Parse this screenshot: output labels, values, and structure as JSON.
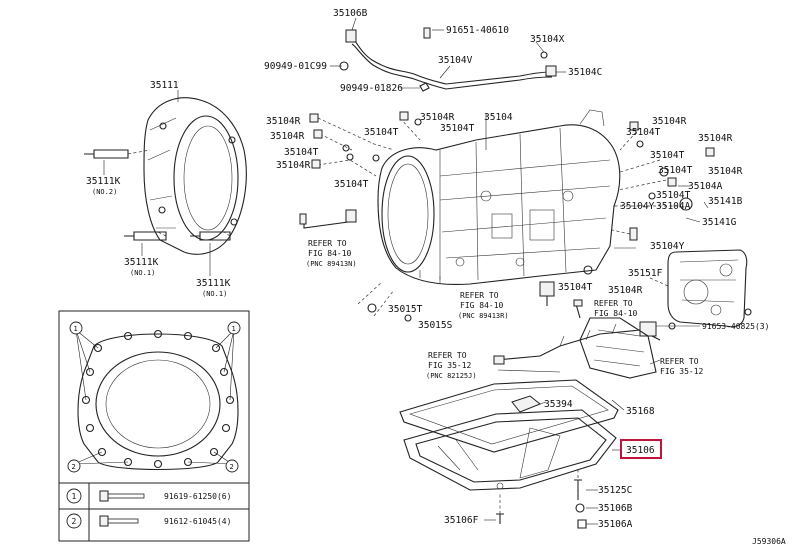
{
  "diagram_code": "J59306A",
  "labels": {
    "l_35106b": "35106B",
    "l_91651": "91651-40610",
    "l_35104x": "35104X",
    "l_90949_1": "90949-01C99",
    "l_35104v": "35104V",
    "l_35104c_top": "35104C",
    "l_90949_2": "90949-01826",
    "l_35111": "35111",
    "l_35104r_a": "35104R",
    "l_35104r_b": "35104R",
    "l_35104t_a": "35104T",
    "l_35104t_b": "35104T",
    "l_35104r_c": "35104R",
    "l_35104": "35104",
    "l_35104r_d": "35104R",
    "l_35104r_e": "35104R",
    "l_35104t_c": "35104T",
    "l_35104t_d": "35104T",
    "l_35104r_f": "35104R",
    "l_35104t_e": "35104T",
    "l_35104t_f": "35104T",
    "l_35104t_g": "35104T",
    "l_35104r_g": "35104R",
    "l_35104a_a": "35104A",
    "l_35104t_h": "35104T",
    "l_35141b": "35141B",
    "l_35104y_a": "35104Y",
    "l_35104a_b": "35104A",
    "l_35141g": "35141G",
    "l_35104y_b": "35104Y",
    "l_35111k_a": "35111K",
    "l_no2": "(NO.2)",
    "l_35111k_b": "35111K",
    "l_no1_a": "(NO.1)",
    "l_35111k_c": "35111K",
    "l_no1_b": "(NO.1)",
    "l_35151f": "35151F",
    "l_35104r_h": "35104R",
    "l_35104t_i": "35104T",
    "l_35015t": "35015T",
    "l_35015s": "35015S",
    "l_91653": "91653-40825(3)",
    "l_35394": "35394",
    "l_35168": "35168",
    "l_35106": "35106",
    "l_35125c": "35125C",
    "l_35106b_bot": "35106B",
    "l_35106a": "35106A",
    "l_35106f": "35106F"
  },
  "notes": {
    "n1_1": "REFER TO",
    "n1_2": "FIG 84-10",
    "n1_3": "(PNC 89413N)",
    "n2_1": "REFER TO",
    "n2_2": "FIG 84-10",
    "n2_3": "(PNC 89413R)",
    "n3_1": "REFER TO",
    "n3_2": "FIG 84-10",
    "n4_1": "REFER TO",
    "n4_2": "FIG 35-12",
    "n4_3": "(PNC 82125J)",
    "n5_1": "REFER TO",
    "n5_2": "FIG 35-12"
  },
  "legend": {
    "row1_num": "1",
    "row1_part": "91619-61250(6)",
    "row2_num": "2",
    "row2_part": "91612-61045(4)"
  },
  "bolt_markers": {
    "tl": "1",
    "tr": "1",
    "bl": "2",
    "br": "2"
  },
  "highlight_color": "#c0143c"
}
